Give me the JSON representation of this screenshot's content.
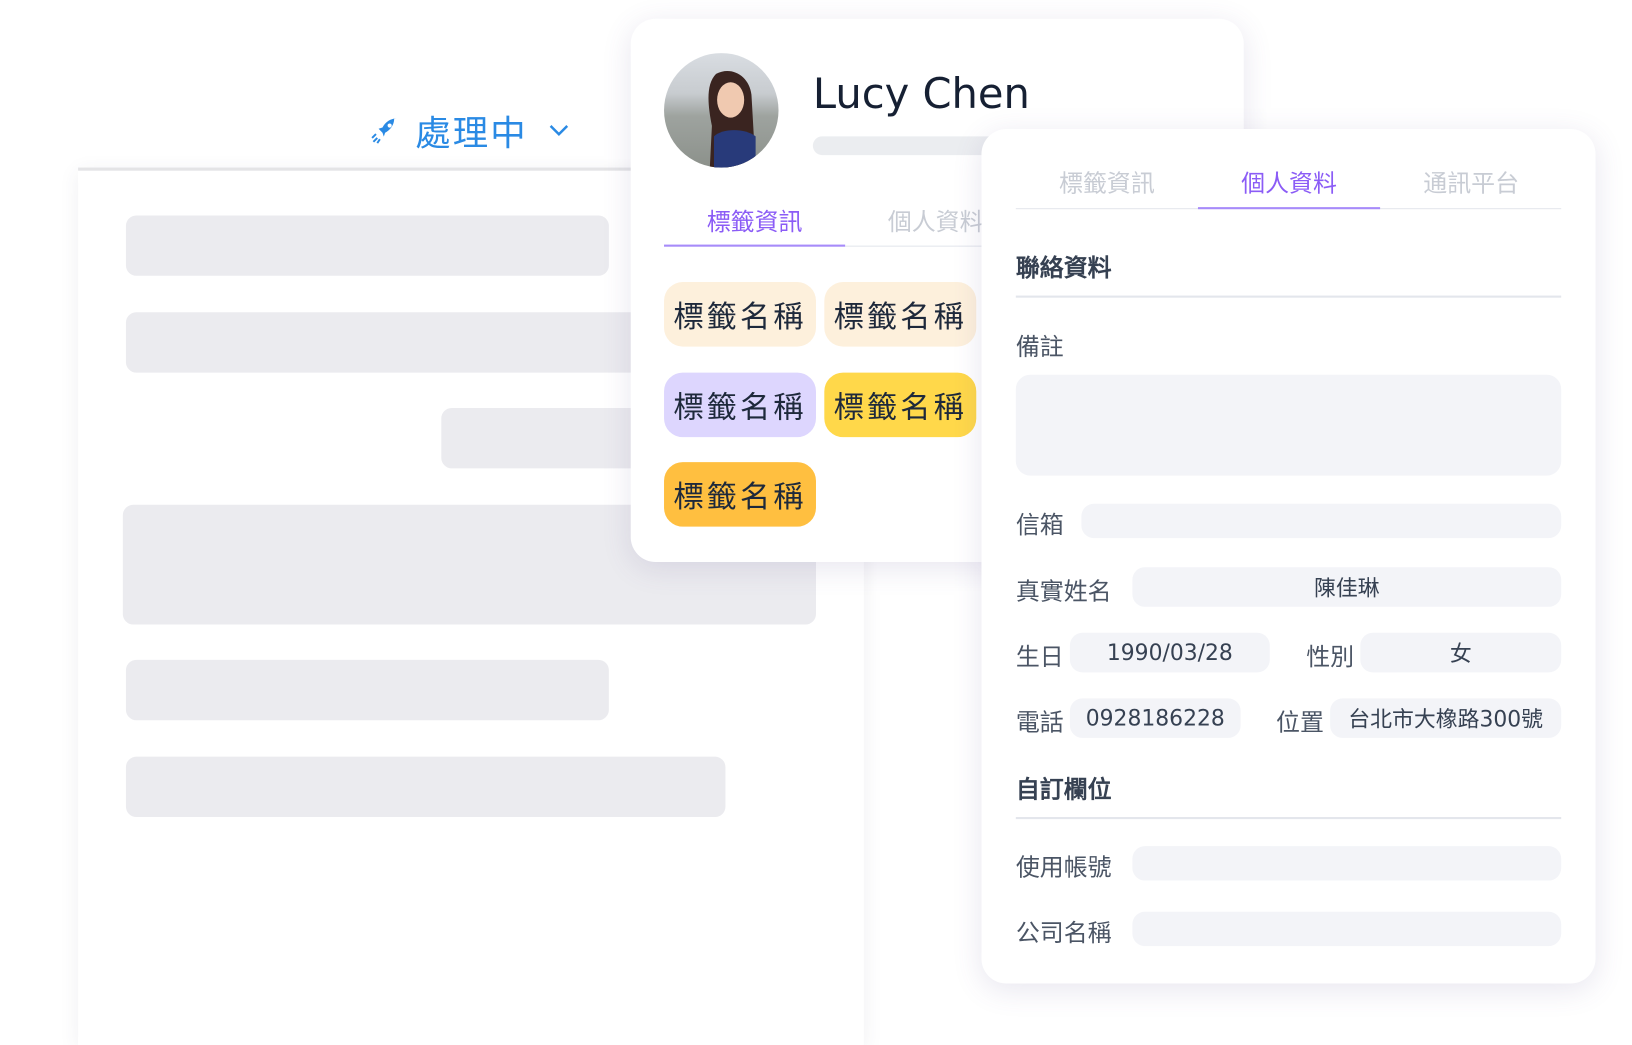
{
  "status_dropdown": {
    "label": "處理中",
    "icon": "rocket-icon",
    "color": "#2a8ae4"
  },
  "profile_card": {
    "name": "Lucy Chen",
    "tabs": [
      {
        "label": "標籤資訊",
        "active": true
      },
      {
        "label": "個人資料",
        "active": false
      }
    ],
    "tags": [
      {
        "label": "標籤名稱",
        "color": "#fdf0dc"
      },
      {
        "label": "標籤名稱",
        "color": "#fdf0dc"
      },
      {
        "label": "標籤名稱",
        "color": "#ddd6fe"
      },
      {
        "label": "標籤名稱",
        "color": "#ffd84a"
      },
      {
        "label": "標籤名稱",
        "color": "#ffbf40"
      }
    ]
  },
  "detail_card": {
    "tabs": [
      {
        "label": "標籤資訊",
        "active": false
      },
      {
        "label": "個人資料",
        "active": true
      },
      {
        "label": "通訊平台",
        "active": false
      }
    ],
    "contact_section": "聯絡資料",
    "note_label": "備註",
    "email_label": "信箱",
    "realname_label": "真實姓名",
    "realname_value": "陳佳琳",
    "birthday_label": "生日",
    "birthday_value": "1990/03/28",
    "gender_label": "性別",
    "gender_value": "女",
    "phone_label": "電話",
    "phone_value": "0928186228",
    "location_label": "位置",
    "location_value": "台北市大橡路300號",
    "custom_section": "自訂欄位",
    "account_label": "使用帳號",
    "company_label": "公司名稱"
  },
  "accent_color": "#8b5cf6"
}
